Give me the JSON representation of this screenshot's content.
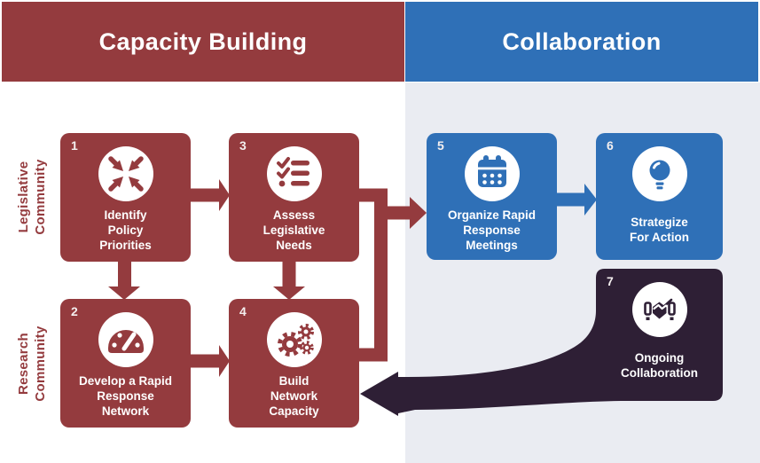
{
  "title_bar": {
    "left_title": "Capacity Building",
    "right_title": "Collaboration"
  },
  "row_labels": [
    {
      "line1": "Legislative",
      "line2": "Community"
    },
    {
      "line1": "Research",
      "line2": "Community"
    }
  ],
  "boxes": [
    {
      "number": "1",
      "icon": "compress-arrows-icon",
      "lines": [
        "Identify",
        "Policy",
        "Priorities"
      ]
    },
    {
      "number": "2",
      "icon": "gauge-icon",
      "lines": [
        "Develop a Rapid",
        "Response",
        "Network"
      ]
    },
    {
      "number": "3",
      "icon": "checklist-icon",
      "lines": [
        "Assess",
        "Legislative",
        "Needs"
      ]
    },
    {
      "number": "4",
      "icon": "gears-icon",
      "lines": [
        "Build",
        "Network",
        "Capacity"
      ]
    },
    {
      "number": "5",
      "icon": "calendar-icon",
      "lines": [
        "Organize Rapid",
        "Response",
        "Meetings"
      ]
    },
    {
      "number": "6",
      "icon": "lightbulb-icon",
      "lines": [
        "Strategize",
        "For Action"
      ]
    },
    {
      "number": "7",
      "icon": "handshake-icon",
      "lines": [
        "Ongoing",
        "Collaboration"
      ]
    }
  ],
  "colors": {
    "capacity_red": "#943B3E",
    "collaboration_blue": "#2F70B7",
    "ongoing_purple": "#2E1F35",
    "panel_gray": "#EAECF2",
    "text_white": "#FFFFFF"
  }
}
